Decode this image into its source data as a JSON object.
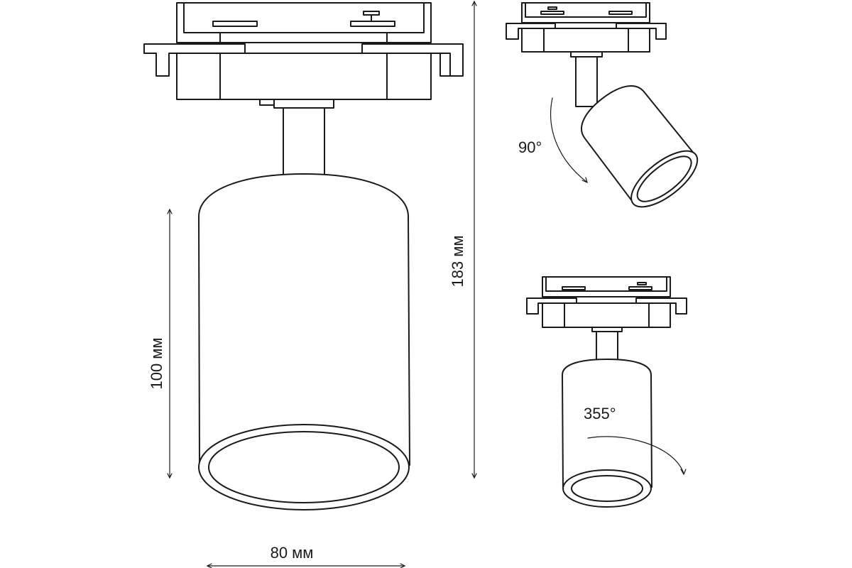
{
  "dimensions": {
    "width_label": "80 мм",
    "shade_height_label": "100 мм",
    "total_height_label": "183 мм"
  },
  "rotation": {
    "tilt_label": "90°",
    "swivel_label": "355°"
  },
  "colors": {
    "line": "#1a1a1a",
    "background": "#ffffff"
  }
}
